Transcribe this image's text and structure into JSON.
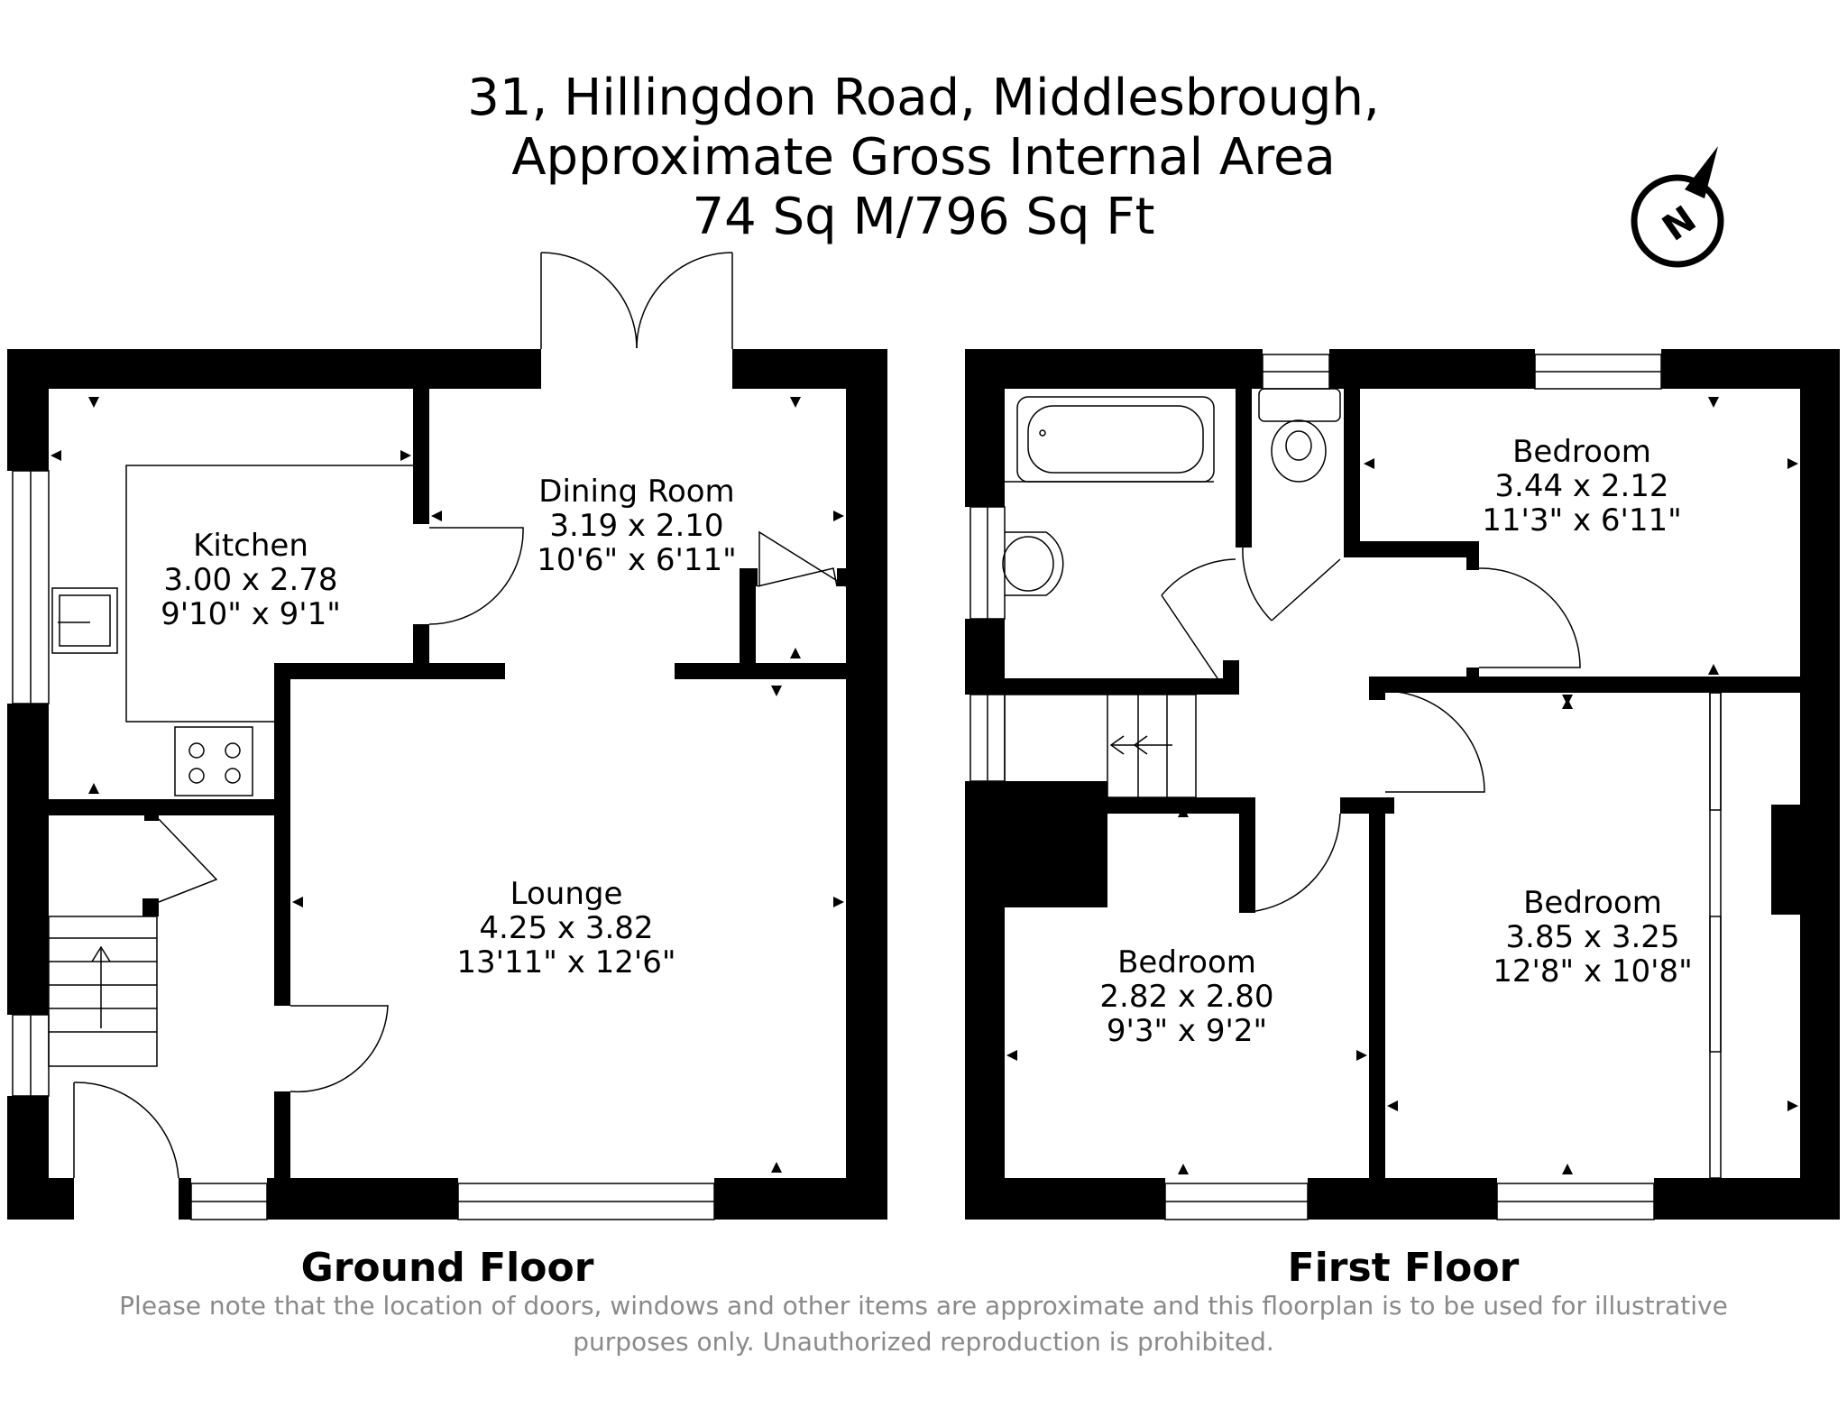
{
  "title": {
    "line1": "31, Hillingdon Road, Middlesbrough,",
    "line2": "Approximate Gross Internal Area",
    "line3": "74 Sq M/796 Sq Ft"
  },
  "compass": {
    "letter": "N",
    "icon": "north-compass-icon"
  },
  "floors": [
    {
      "label": "Ground Floor"
    },
    {
      "label": "First Floor"
    }
  ],
  "rooms": {
    "kitchen": {
      "name": "Kitchen",
      "metric": "3.00 x 2.78",
      "imperial": "9'10\" x 9'1\""
    },
    "dining": {
      "name": "Dining Room",
      "metric": "3.19 x 2.10",
      "imperial": "10'6\" x 6'11\""
    },
    "lounge": {
      "name": "Lounge",
      "metric": "4.25 x 3.82",
      "imperial": "13'11\" x 12'6\""
    },
    "bed1": {
      "name": "Bedroom",
      "metric": "3.44 x 2.12",
      "imperial": "11'3\" x 6'11\""
    },
    "bed2": {
      "name": "Bedroom",
      "metric": "3.85 x 3.25",
      "imperial": "12'8\" x 10'8\""
    },
    "bed3": {
      "name": "Bedroom",
      "metric": "2.82 x 2.80",
      "imperial": "9'3\" x 9'2\""
    }
  },
  "disclaimer": {
    "line1": "Please note that the location of doors, windows and other items are approximate and this floorplan is to be used for illustrative",
    "line2": "purposes only. Unauthorized reproduction is prohibited."
  },
  "colors": {
    "wall": "#000000",
    "text": "#000000",
    "disclaimer": "#8a8a8a",
    "fixture": "#555555"
  }
}
